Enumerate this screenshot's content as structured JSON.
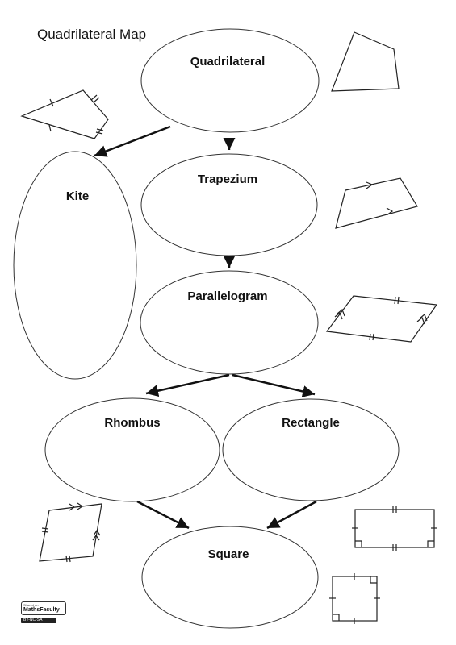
{
  "title": "Quadrilateral Map",
  "nodes": {
    "quadrilateral": "Quadrilateral",
    "kite": "Kite",
    "trapezium": "Trapezium",
    "parallelogram": "Parallelogram",
    "rhombus": "Rhombus",
    "rectangle": "Rectangle",
    "square": "Square"
  },
  "badge": {
    "shared_on": "Shared on",
    "brand": "MathsFaculty",
    "license": "BY-NC-SA"
  },
  "colors": {
    "stroke": "#222222",
    "background": "#ffffff"
  }
}
